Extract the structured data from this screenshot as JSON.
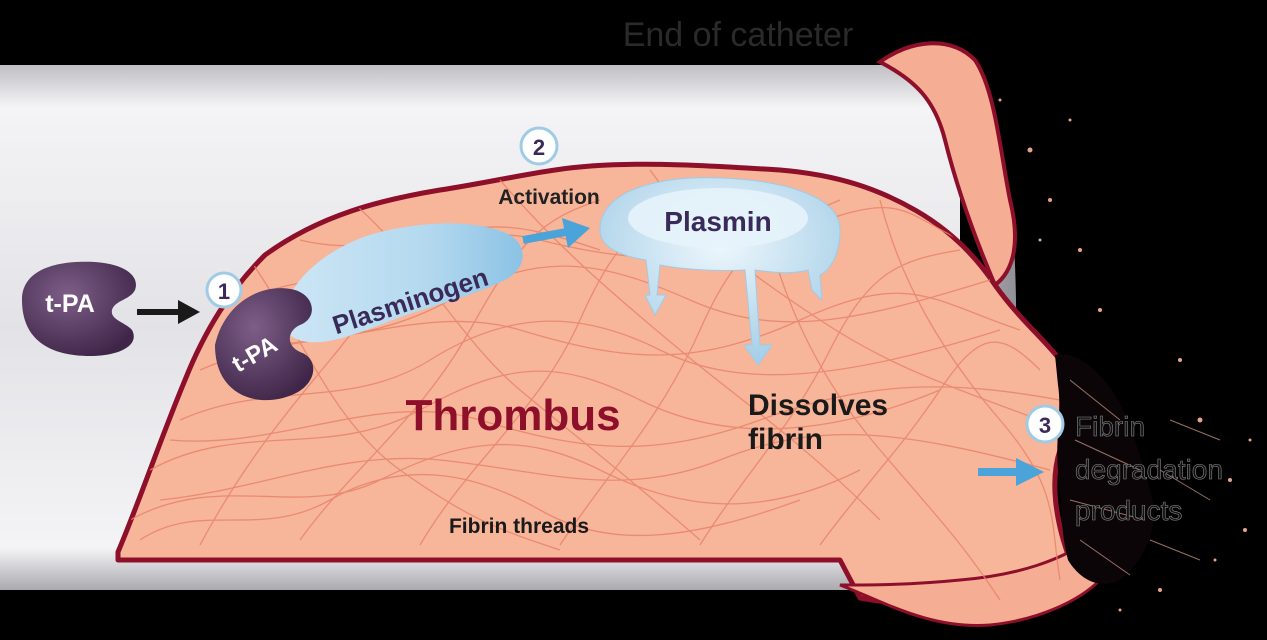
{
  "labels": {
    "end_of_catheter": "End of catheter",
    "activation": "Activation",
    "plasmin": "Plasmin",
    "plasminogen": "Plasminogen",
    "tpa_free": "t-PA",
    "tpa_bound": "t-PA",
    "thrombus": "Thrombus",
    "dissolves_line1": "Dissolves",
    "dissolves_line2": "fibrin",
    "fibrin_threads": "Fibrin threads",
    "degradation_line1": "Fibrin",
    "degradation_line2": "degradation",
    "degradation_line3": "products"
  },
  "steps": {
    "one": "1",
    "two": "2",
    "three": "3"
  },
  "colors": {
    "background": "#000000",
    "catheter": "#e9e9ec",
    "thrombus": "#f7b59a",
    "thrombus_edge": "#8e0f2a",
    "fibrin": "#e8846a",
    "tpa": "#5a3a63",
    "plasmin": "#c3dff0",
    "arrow_blue": "#4aa3d9",
    "thrombus_text": "#8e0f2a",
    "step_circle_text": "#3a2a5a"
  },
  "icons": {
    "step_arrow": "arrow-right-icon",
    "activation_arrow": "arrow-right-icon",
    "degradation_arrow": "arrow-right-icon"
  }
}
